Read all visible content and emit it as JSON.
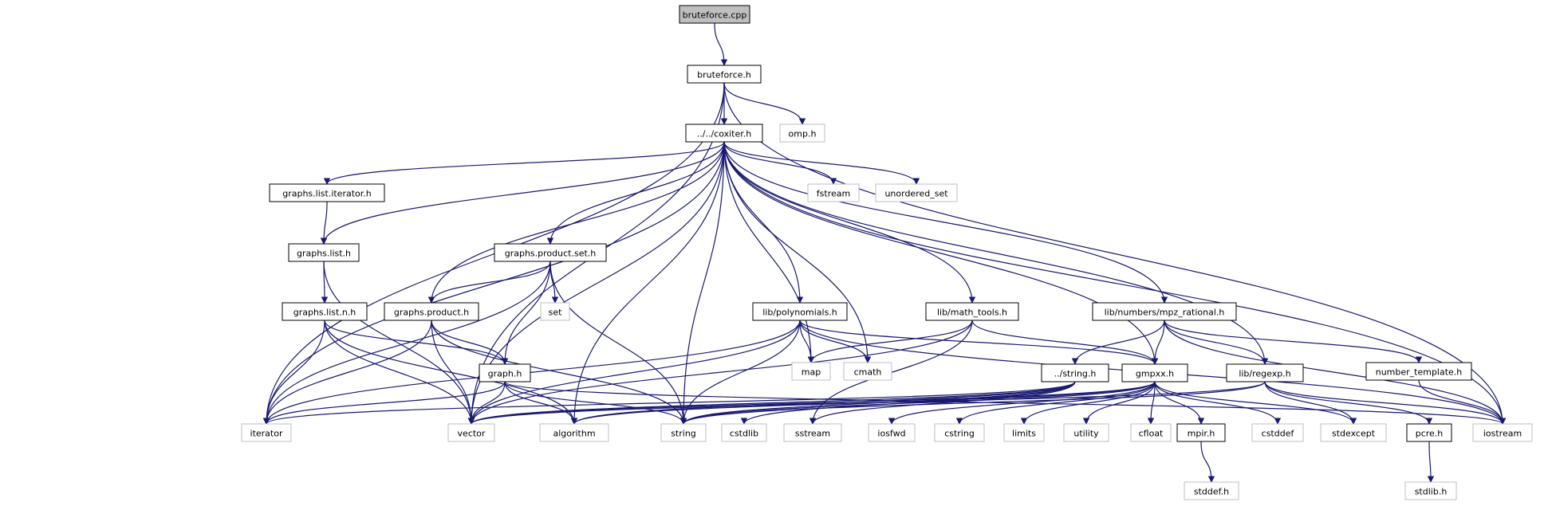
{
  "nodes": [
    {
      "id": "bruteforce_cpp",
      "label": "bruteforce.cpp",
      "style": "root"
    },
    {
      "id": "bruteforce_h",
      "label": "bruteforce.h",
      "style": "normal"
    },
    {
      "id": "coxiter_h",
      "label": "../../coxiter.h",
      "style": "normal"
    },
    {
      "id": "omp_h",
      "label": "omp.h",
      "style": "system"
    },
    {
      "id": "graphs_list_iterator_h",
      "label": "graphs.list.iterator.h",
      "style": "normal"
    },
    {
      "id": "fstream",
      "label": "fstream",
      "style": "system"
    },
    {
      "id": "unordered_set",
      "label": "unordered_set",
      "style": "system"
    },
    {
      "id": "graphs_list_h",
      "label": "graphs.list.h",
      "style": "normal"
    },
    {
      "id": "graphs_product_set_h",
      "label": "graphs.product.set.h",
      "style": "normal"
    },
    {
      "id": "set",
      "label": "set",
      "style": "system"
    },
    {
      "id": "graphs_list_n_h",
      "label": "graphs.list.n.h",
      "style": "normal"
    },
    {
      "id": "graphs_product_h",
      "label": "graphs.product.h",
      "style": "normal"
    },
    {
      "id": "lib_polynomials_h",
      "label": "lib/polynomials.h",
      "style": "normal"
    },
    {
      "id": "lib_math_tools_h",
      "label": "lib/math_tools.h",
      "style": "normal"
    },
    {
      "id": "lib_mpz_rational_h",
      "label": "lib/numbers/mpz_rational.h",
      "style": "normal"
    },
    {
      "id": "graph_h",
      "label": "graph.h",
      "style": "normal"
    },
    {
      "id": "map",
      "label": "map",
      "style": "system"
    },
    {
      "id": "cmath",
      "label": "cmath",
      "style": "system"
    },
    {
      "id": "string_h",
      "label": "../string.h",
      "style": "normal"
    },
    {
      "id": "gmpxx_h",
      "label": "gmpxx.h",
      "style": "normal"
    },
    {
      "id": "lib_regexp_h",
      "label": "lib/regexp.h",
      "style": "normal"
    },
    {
      "id": "number_template_h",
      "label": "number_template.h",
      "style": "normal"
    },
    {
      "id": "iterator",
      "label": "iterator",
      "style": "system"
    },
    {
      "id": "vector",
      "label": "vector",
      "style": "system"
    },
    {
      "id": "algorithm",
      "label": "algorithm",
      "style": "system"
    },
    {
      "id": "string",
      "label": "string",
      "style": "system"
    },
    {
      "id": "cstdlib",
      "label": "cstdlib",
      "style": "system"
    },
    {
      "id": "sstream",
      "label": "sstream",
      "style": "system"
    },
    {
      "id": "iosfwd",
      "label": "iosfwd",
      "style": "system"
    },
    {
      "id": "cstring",
      "label": "cstring",
      "style": "system"
    },
    {
      "id": "limits",
      "label": "limits",
      "style": "system"
    },
    {
      "id": "utility",
      "label": "utility",
      "style": "system"
    },
    {
      "id": "cfloat",
      "label": "cfloat",
      "style": "system"
    },
    {
      "id": "mpir_h",
      "label": "mpir.h",
      "style": "normal"
    },
    {
      "id": "cstddef",
      "label": "cstddef",
      "style": "system"
    },
    {
      "id": "stdexcept",
      "label": "stdexcept",
      "style": "system"
    },
    {
      "id": "pcre_h",
      "label": "pcre.h",
      "style": "normal"
    },
    {
      "id": "iostream",
      "label": "iostream",
      "style": "system"
    },
    {
      "id": "stddef_h",
      "label": "stddef.h",
      "style": "system"
    },
    {
      "id": "stdlib_h",
      "label": "stdlib.h",
      "style": "system"
    }
  ],
  "edges": [
    [
      "bruteforce_cpp",
      "bruteforce_h"
    ],
    [
      "bruteforce_h",
      "coxiter_h"
    ],
    [
      "bruteforce_h",
      "omp_h"
    ],
    [
      "bruteforce_h",
      "iterator"
    ],
    [
      "bruteforce_h",
      "vector"
    ],
    [
      "bruteforce_h",
      "iostream"
    ],
    [
      "coxiter_h",
      "graphs_list_iterator_h"
    ],
    [
      "coxiter_h",
      "fstream"
    ],
    [
      "coxiter_h",
      "unordered_set"
    ],
    [
      "coxiter_h",
      "graphs_list_h"
    ],
    [
      "coxiter_h",
      "graphs_product_set_h"
    ],
    [
      "coxiter_h",
      "graphs_product_h"
    ],
    [
      "coxiter_h",
      "lib_polynomials_h"
    ],
    [
      "coxiter_h",
      "lib_math_tools_h"
    ],
    [
      "coxiter_h",
      "lib_mpz_rational_h"
    ],
    [
      "coxiter_h",
      "gmpxx_h"
    ],
    [
      "coxiter_h",
      "lib_regexp_h"
    ],
    [
      "coxiter_h",
      "map"
    ],
    [
      "coxiter_h",
      "cmath"
    ],
    [
      "coxiter_h",
      "string"
    ],
    [
      "coxiter_h",
      "algorithm"
    ],
    [
      "coxiter_h",
      "vector"
    ],
    [
      "coxiter_h",
      "iterator"
    ],
    [
      "coxiter_h",
      "iostream"
    ],
    [
      "graphs_list_iterator_h",
      "graphs_list_h"
    ],
    [
      "graphs_list_h",
      "graphs_list_n_h"
    ],
    [
      "graphs_list_h",
      "vector"
    ],
    [
      "graphs_product_set_h",
      "graphs_product_h"
    ],
    [
      "graphs_product_set_h",
      "set"
    ],
    [
      "graphs_product_set_h",
      "graph_h"
    ],
    [
      "graphs_product_set_h",
      "string"
    ],
    [
      "graphs_product_set_h",
      "iterator"
    ],
    [
      "graphs_list_n_h",
      "graph_h"
    ],
    [
      "graphs_list_n_h",
      "iterator"
    ],
    [
      "graphs_list_n_h",
      "vector"
    ],
    [
      "graphs_list_n_h",
      "algorithm"
    ],
    [
      "graphs_product_h",
      "graph_h"
    ],
    [
      "graphs_product_h",
      "iterator"
    ],
    [
      "graphs_product_h",
      "vector"
    ],
    [
      "graphs_product_h",
      "string"
    ],
    [
      "lib_polynomials_h",
      "map"
    ],
    [
      "lib_polynomials_h",
      "cmath"
    ],
    [
      "lib_polynomials_h",
      "gmpxx_h"
    ],
    [
      "lib_polynomials_h",
      "vector"
    ],
    [
      "lib_polynomials_h",
      "string"
    ],
    [
      "lib_polynomials_h",
      "iterator"
    ],
    [
      "lib_polynomials_h",
      "iostream"
    ],
    [
      "lib_math_tools_h",
      "map"
    ],
    [
      "lib_math_tools_h",
      "gmpxx_h"
    ],
    [
      "lib_math_tools_h",
      "vector"
    ],
    [
      "lib_math_tools_h",
      "sstream"
    ],
    [
      "lib_mpz_rational_h",
      "string_h"
    ],
    [
      "lib_mpz_rational_h",
      "gmpxx_h"
    ],
    [
      "lib_mpz_rational_h",
      "lib_regexp_h"
    ],
    [
      "lib_mpz_rational_h",
      "number_template_h"
    ],
    [
      "lib_mpz_rational_h",
      "iostream"
    ],
    [
      "graph_h",
      "iterator"
    ],
    [
      "graph_h",
      "vector"
    ],
    [
      "graph_h",
      "algorithm"
    ],
    [
      "graph_h",
      "string"
    ],
    [
      "graph_h",
      "iostream"
    ],
    [
      "string_h",
      "vector"
    ],
    [
      "string_h",
      "string"
    ],
    [
      "string_h",
      "cstdlib"
    ],
    [
      "string_h",
      "sstream"
    ],
    [
      "string_h",
      "iterator"
    ],
    [
      "string_h",
      "algorithm"
    ],
    [
      "gmpxx_h",
      "string"
    ],
    [
      "gmpxx_h",
      "iosfwd"
    ],
    [
      "gmpxx_h",
      "cstring"
    ],
    [
      "gmpxx_h",
      "limits"
    ],
    [
      "gmpxx_h",
      "utility"
    ],
    [
      "gmpxx_h",
      "cfloat"
    ],
    [
      "gmpxx_h",
      "mpir_h"
    ],
    [
      "gmpxx_h",
      "cstddef"
    ],
    [
      "gmpxx_h",
      "stdexcept"
    ],
    [
      "gmpxx_h",
      "vector"
    ],
    [
      "gmpxx_h",
      "algorithm"
    ],
    [
      "lib_regexp_h",
      "pcre_h"
    ],
    [
      "lib_regexp_h",
      "stdexcept"
    ],
    [
      "lib_regexp_h",
      "iostream"
    ],
    [
      "lib_regexp_h",
      "string"
    ],
    [
      "lib_regexp_h",
      "vector"
    ],
    [
      "number_template_h",
      "iostream"
    ],
    [
      "mpir_h",
      "stddef_h"
    ],
    [
      "pcre_h",
      "stdlib_h"
    ]
  ],
  "colors": {
    "root_fill": "#bfbfbf",
    "edge": "#191970",
    "system_border": "#bfbfbf",
    "normal_border": "#000000"
  }
}
